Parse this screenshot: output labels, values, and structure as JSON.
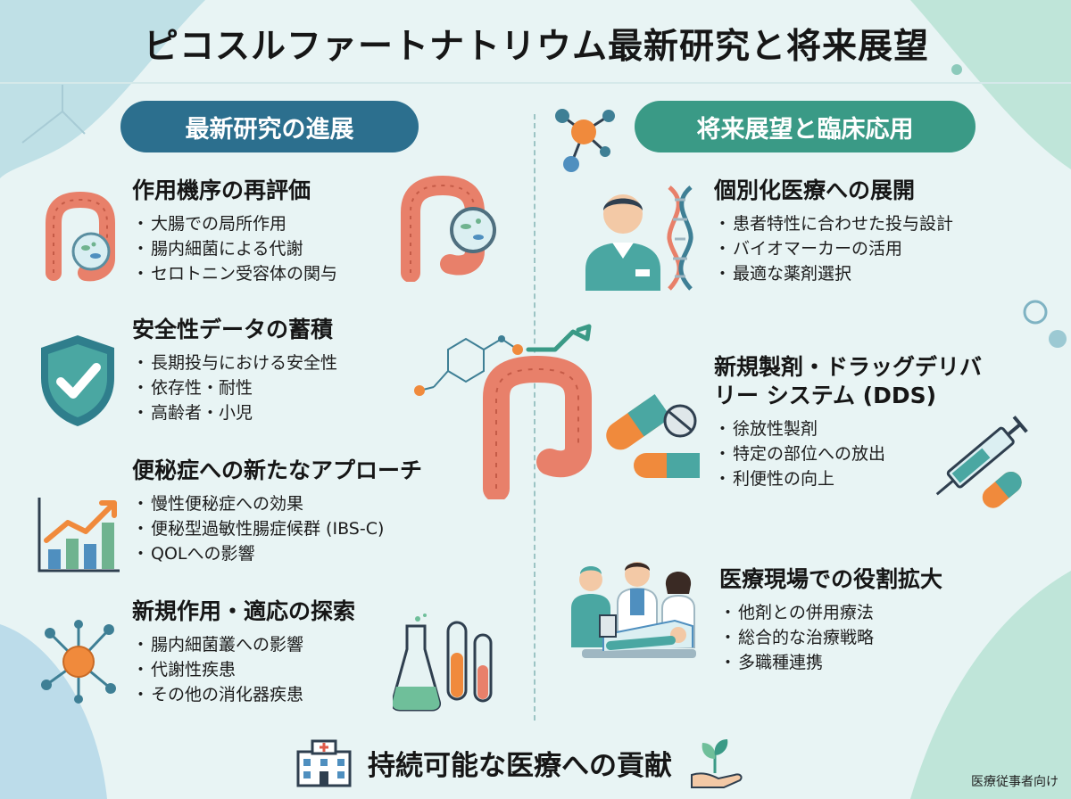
{
  "title": "ピコスルファートナトリウム最新研究と将来展望",
  "left_header": "最新研究の進展",
  "right_header": "将来展望と臨床応用",
  "left_sections": [
    {
      "heading": "作用機序の再評価",
      "items": [
        "大腸での局所作用",
        "腸内細菌による代謝",
        "セロトニン受容体の関与"
      ]
    },
    {
      "heading": "安全性データの蓄積",
      "items": [
        "長期投与における安全性",
        "依存性・耐性",
        "高齢者・小児"
      ]
    },
    {
      "heading": "便秘症への新たなアプローチ",
      "items": [
        "慢性便秘症への効果",
        "便秘型過敏性腸症候群 (IBS-C)",
        "QOLへの影響"
      ]
    },
    {
      "heading": "新規作用・適応の探索",
      "items": [
        "腸内細菌叢への影響",
        "代謝性疾患",
        "その他の消化器疾患"
      ]
    }
  ],
  "right_sections": [
    {
      "heading": "個別化医療への展開",
      "items": [
        "患者特性に合わせた投与設計",
        "バイオマーカーの活用",
        "最適な薬剤選択"
      ]
    },
    {
      "heading_line1": "新規製剤・ドラッグデリバ",
      "heading_line2": "リー システム (DDS)",
      "items": [
        "徐放性製剤",
        "特定の部位への放出",
        "利便性の向上"
      ]
    },
    {
      "heading": "医療現場での役割拡大",
      "items": [
        "他剤との併用療法",
        "総合的な治療戦略",
        "多職種連携"
      ]
    }
  ],
  "footer": "持続可能な医療への貢献",
  "audience": "医療従事者向け",
  "icons": [
    "colon-bacteria-icon",
    "shield-check-icon",
    "growth-chart-icon",
    "molecule-network-icon",
    "flask-test-tube-icon",
    "molecule-icon",
    "doctor-dna-icon",
    "capsule-pills-icon",
    "syringe-capsule-icon",
    "medical-team-icon",
    "hospital-icon",
    "plant-hand-icon"
  ],
  "colors": {
    "accent_blue": "#2c6f8e",
    "accent_green": "#3a9a86",
    "intestine": "#e8806a",
    "background": "#e6f3f3"
  }
}
